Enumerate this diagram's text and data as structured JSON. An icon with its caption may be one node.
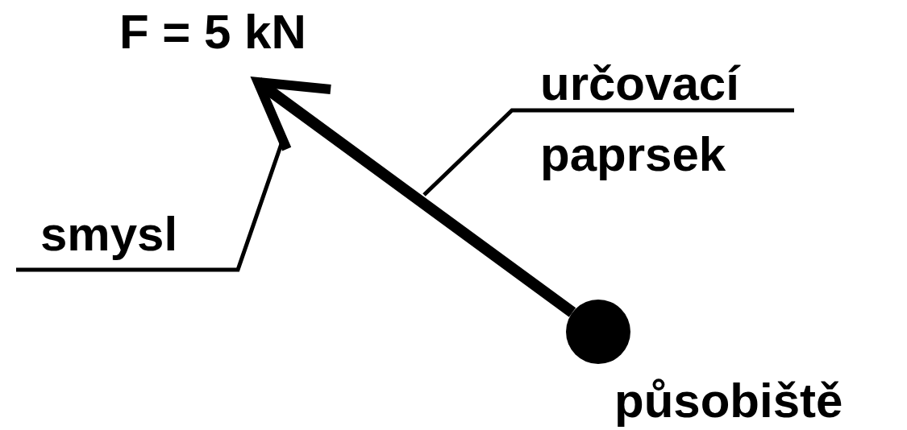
{
  "diagram": {
    "nodes": [
      {
        "text": [],
        "shape": "circle",
        "beside": [
          "působiště"
        ]
      },
      {
        "text": [
          "smysl"
        ]
      },
      {
        "text": [
          "určovací paprsek"
        ]
      }
    ],
    "edges": [
      {
        "from": 0,
        "to": null,
        "arrow": "to",
        "style": "thick"
      },
      {
        "from": 1,
        "to": null,
        "arrow": "none"
      },
      {
        "from": 2,
        "to": null,
        "arrow": "none"
      }
    ],
    "labels": [
      "F = 5 kN"
    ]
  }
}
